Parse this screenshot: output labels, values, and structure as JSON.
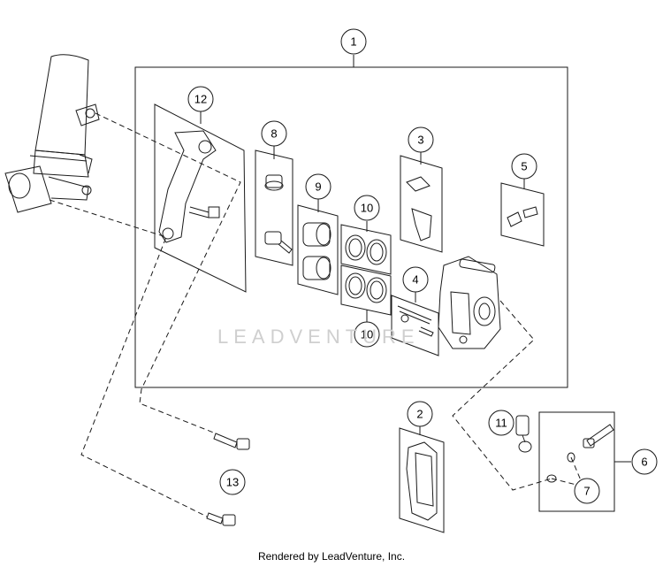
{
  "watermark": "LEADVENTURE",
  "caption": "Rendered by LeadVenture, Inc.",
  "callouts": {
    "c1": "1",
    "c2": "2",
    "c3": "3",
    "c4": "4",
    "c5": "5",
    "c6": "6",
    "c7": "7",
    "c8": "8",
    "c9": "9",
    "c10a": "10",
    "c10b": "10",
    "c11": "11",
    "c12": "12",
    "c13": "13"
  },
  "colors": {
    "line": "#1a1a1a",
    "watermark": "#cfcfcf",
    "background": "#ffffff"
  }
}
